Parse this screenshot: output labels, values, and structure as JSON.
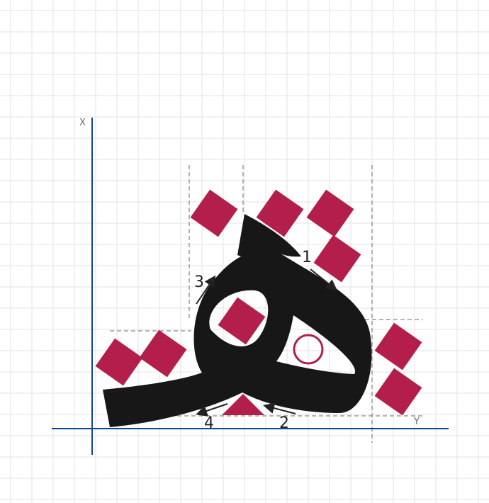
{
  "axes": {
    "x_label": "X",
    "y_label": "Y"
  },
  "stroke_labels": [
    "1",
    "2",
    "3",
    "4"
  ],
  "colors": {
    "grid": "#e3e3e3",
    "axis": "#0b4a8c",
    "letter": "#171717",
    "accent": "#b31f4a",
    "guide": "#888888"
  }
}
